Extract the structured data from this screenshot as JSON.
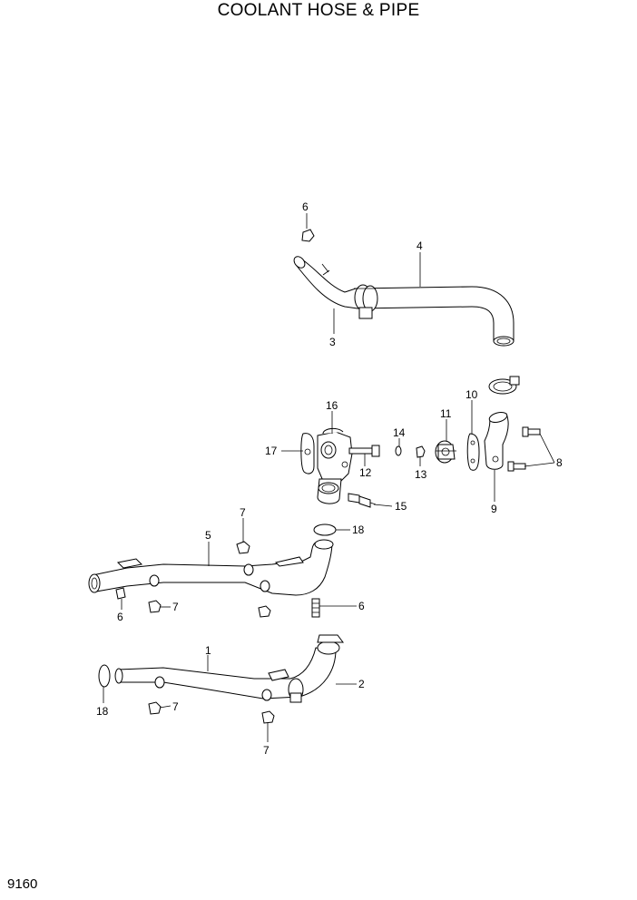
{
  "title": "COOLANT HOSE & PIPE",
  "page_number": "9160",
  "callouts": {
    "c1": "1",
    "c2": "2",
    "c3": "3",
    "c4": "4",
    "c5": "5",
    "c6a": "6",
    "c6b": "6",
    "c6c": "6",
    "c7a": "7",
    "c7b": "7",
    "c7c": "7",
    "c7d": "7",
    "c8": "8",
    "c9": "9",
    "c10": "10",
    "c11": "11",
    "c12": "12",
    "c13": "13",
    "c14": "14",
    "c15": "15",
    "c16": "16",
    "c17": "17",
    "c18a": "18",
    "c18b": "18"
  }
}
